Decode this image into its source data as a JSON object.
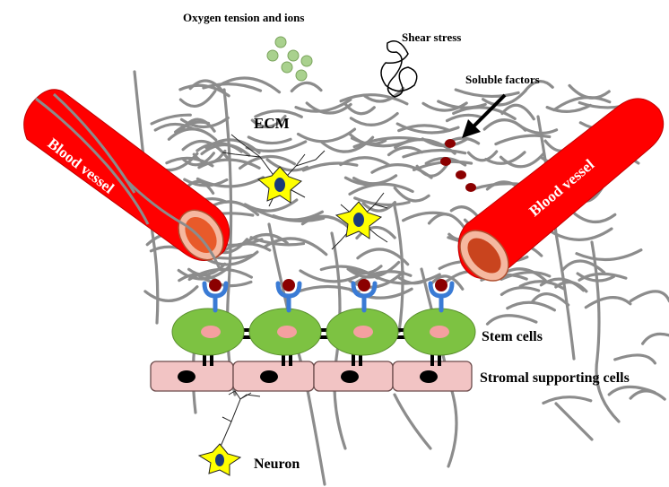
{
  "labels": {
    "oxygen": "Oxygen tension  and ions",
    "shear": "Shear stress",
    "soluble": "Soluble factors",
    "ecm": "ECM",
    "vessel_left": "Blood vessel",
    "vessel_right": "Blood vessel",
    "stem": "Stem cells",
    "stromal": "Stromal supporting cells",
    "neuron": "Neuron"
  },
  "colors": {
    "vessel": "#ff0000",
    "vessel_inner": "#e85a2a",
    "vessel_rim": "#f5b8a0",
    "fiber": "#8c8c8c",
    "oxygen": "#a9d18e",
    "soluble": "#8b0000",
    "stem_cell": "#7dc242",
    "nucleus": "#f4a0a0",
    "stromal": "#f2c4c4",
    "receptor": "#3a7bd5",
    "neuron_body": "#ffff00"
  }
}
